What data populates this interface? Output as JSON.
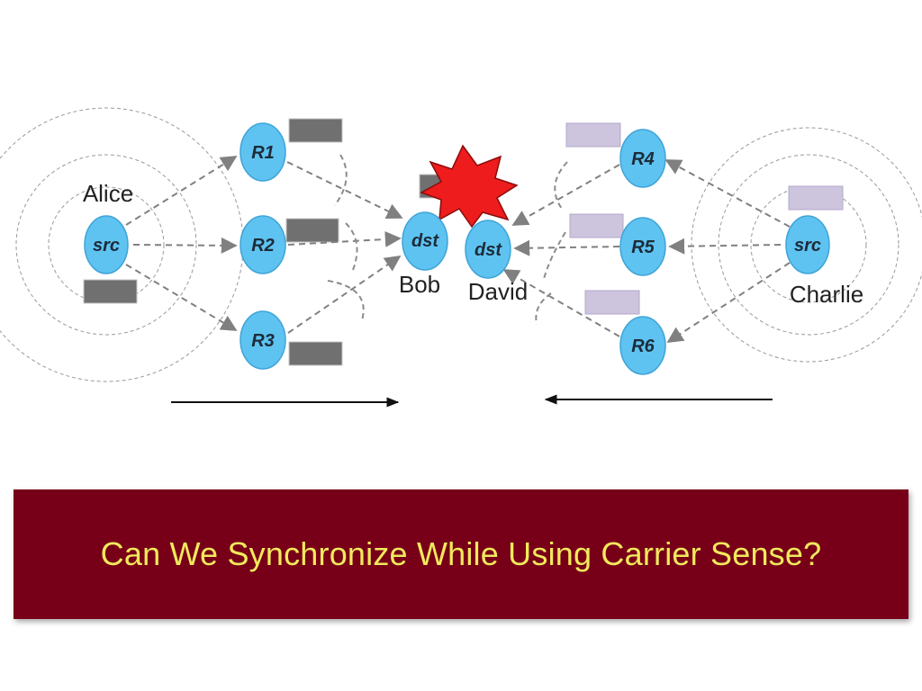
{
  "labels": {
    "alice": "Alice",
    "bob": "Bob",
    "david": "David",
    "charlie": "Charlie"
  },
  "nodes": {
    "alice_src": "src",
    "r1": "R1",
    "r2": "R2",
    "r3": "R3",
    "bob_dst": "dst",
    "david_dst": "dst",
    "r4": "R4",
    "r5": "R5",
    "r6": "R6",
    "charlie_src": "src"
  },
  "banner": {
    "title": "Can We Synchronize While Using Carrier Sense?"
  },
  "colors": {
    "node_fill": "#5ec3f0",
    "node_stroke": "#3fa4d8",
    "packet_alice": "#707070",
    "packet_charlie": "#cdc4de",
    "collision": "#ee1c1c",
    "banner_bg": "#770018",
    "banner_text": "#f2e95c",
    "link": "#808080",
    "ring": "#999999"
  },
  "icons": {
    "collision": "explosion-starburst-icon",
    "direction_left_to_right": "arrow-right-icon",
    "direction_right_to_left": "arrow-left-icon"
  }
}
